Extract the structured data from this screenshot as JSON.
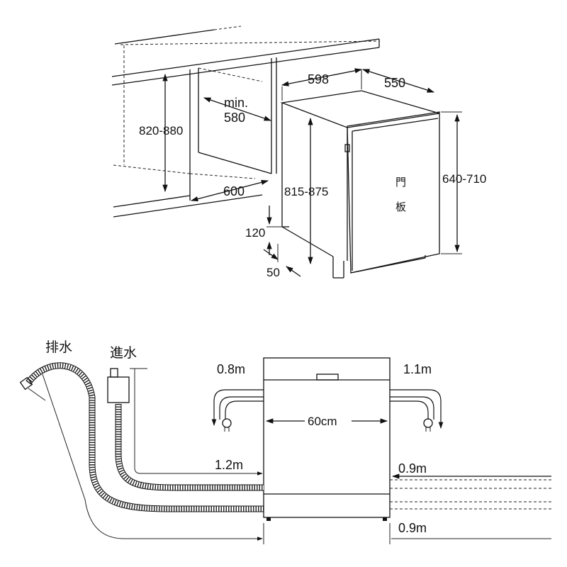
{
  "installation_view": {
    "cabinet_height_label": "820-880",
    "niche_width_label": "600",
    "niche_depth_label_line1": "min.",
    "niche_depth_label_line2": "580",
    "width_label": "598",
    "depth_label": "550",
    "body_height_label": "815-875",
    "door_height_label": "640-710",
    "plinth_height_label": "120",
    "plinth_depth_label": "50",
    "door_panel_label_line1": "門",
    "door_panel_label_line2": "板"
  },
  "connections_view": {
    "drain_label": "排水",
    "inlet_label": "進水",
    "left_cable_label": "0.8m",
    "right_cable_label": "1.1m",
    "width_label": "60cm",
    "inlet_hose_label": "1.2m",
    "right_upper_hose_label": "0.9m",
    "right_lower_hose_label": "0.9m"
  }
}
